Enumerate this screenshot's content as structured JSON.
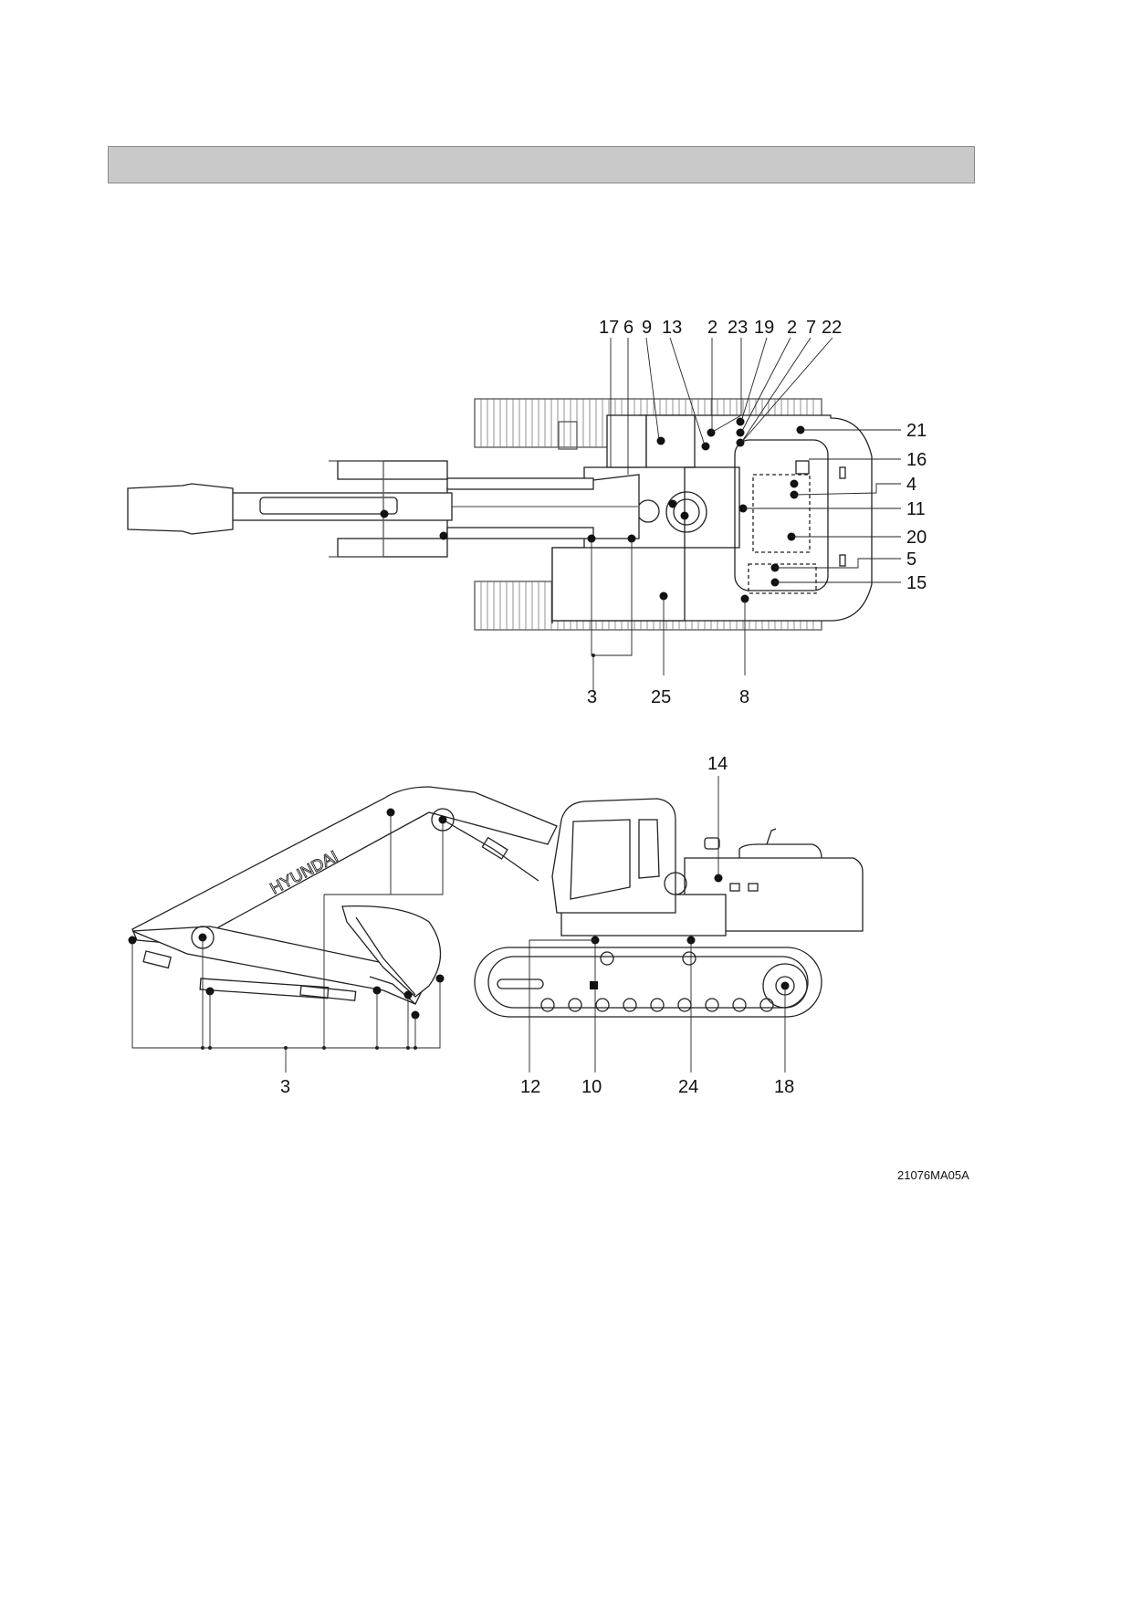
{
  "header": {
    "title": ""
  },
  "top_view": {
    "callouts_top": [
      "17",
      "6",
      "9",
      "13",
      "2",
      "23",
      "19",
      "2",
      "7",
      "22"
    ],
    "callouts_right": [
      "21",
      "16",
      "4",
      "11",
      "20",
      "5",
      "15"
    ],
    "callouts_bottom": [
      "3",
      "25",
      "8"
    ]
  },
  "side_view": {
    "boom_brand": "HYUNDAI",
    "callouts_top": [
      "14"
    ],
    "callouts_bottom": [
      "3",
      "12",
      "10",
      "24",
      "18"
    ]
  },
  "figure_code": "21076MA05A"
}
